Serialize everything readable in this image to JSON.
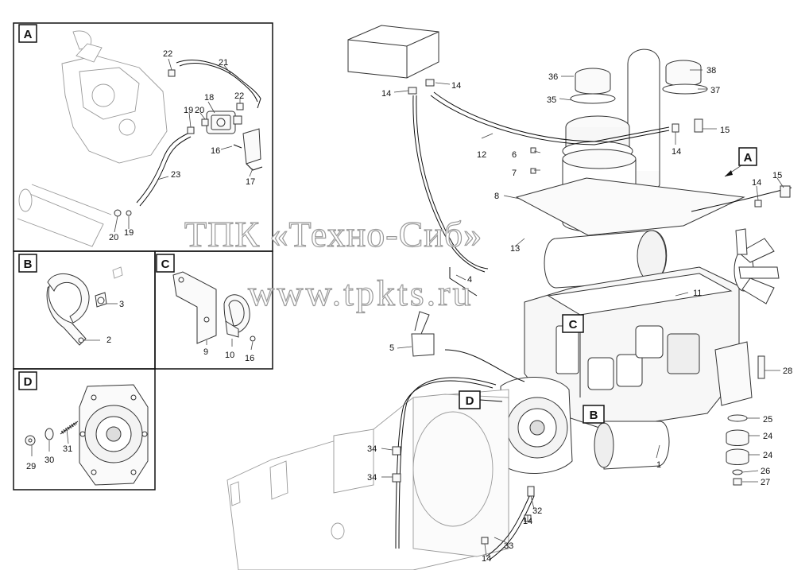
{
  "watermark": {
    "line1": "ТПК «Техно-Сиб»",
    "line2": "www.tpkts.ru"
  },
  "views": {
    "A": "A",
    "B": "B",
    "C": "C",
    "D": "D"
  },
  "callouts": {
    "A": "A",
    "B": "B",
    "C": "C",
    "D": "D"
  },
  "inset_a_labels": [
    "22",
    "21",
    "18",
    "19",
    "20",
    "22",
    "16",
    "17",
    "23",
    "20",
    "19"
  ],
  "inset_b_labels": [
    "3",
    "2"
  ],
  "inset_c_labels": [
    "9",
    "10",
    "16"
  ],
  "inset_d_labels": [
    "29",
    "30",
    "31"
  ],
  "main_labels": [
    "14",
    "14",
    "36",
    "38",
    "37",
    "35",
    "15",
    "14",
    "12",
    "6",
    "7",
    "8",
    "14",
    "15",
    "13",
    "4",
    "11",
    "5",
    "28",
    "25",
    "24",
    "24",
    "26",
    "27",
    "1",
    "34",
    "34",
    "32",
    "14",
    "33",
    "14"
  ]
}
